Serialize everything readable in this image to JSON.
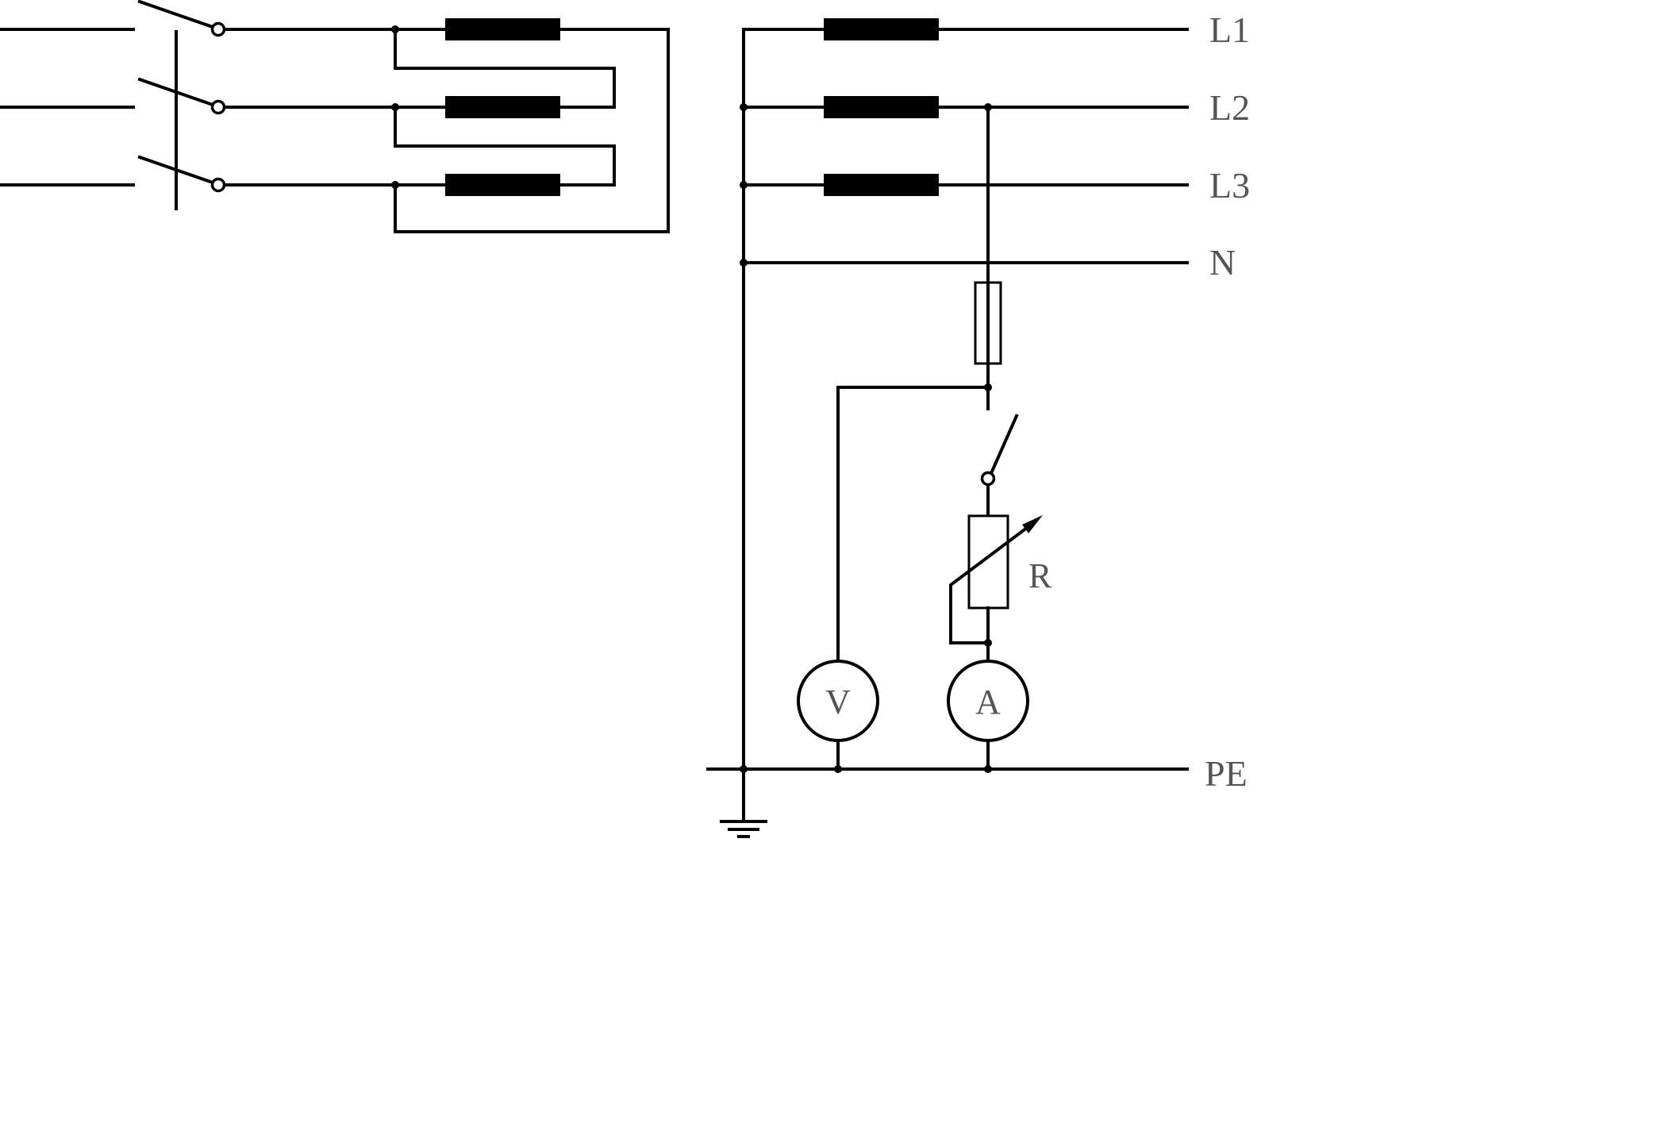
{
  "bus_labels": {
    "l1": "L1",
    "l2": "L2",
    "l3": "L3",
    "n": "N",
    "pe": "PE"
  },
  "components": {
    "resistor_label": "R",
    "voltmeter_label": "V",
    "ammeter_label": "A"
  }
}
